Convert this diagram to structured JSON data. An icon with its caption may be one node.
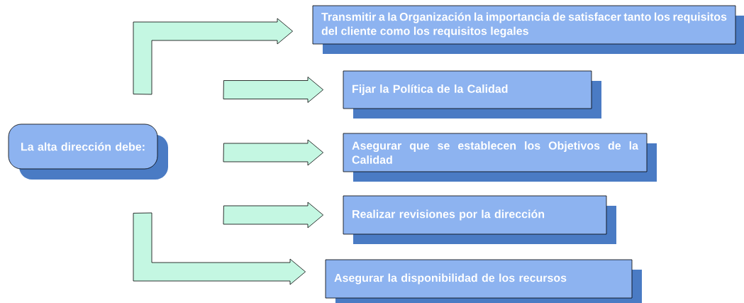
{
  "diagram": {
    "nodes": [
      {
        "text": [
          "La alta dirección debe:"
        ]
      },
      {
        "text": [
          "Transmitir a la Organización la importancia de satisfacer tanto los requisitos del cliente como los requisitos legales"
        ]
      },
      {
        "text": [
          "Fijar la Política de la Calidad"
        ]
      },
      {
        "text": [
          "Asegurar que se establecen los Objetivos de la Calidad"
        ]
      },
      {
        "text": [
          "Realizar revisiones por la dirección"
        ]
      },
      {
        "text": [
          "Asegurar la disponibilidad de los recursos"
        ]
      }
    ],
    "edges": [
      {
        "from": 0,
        "to": 1,
        "arrow": "to"
      },
      {
        "from": 0,
        "to": 2,
        "arrow": "to"
      },
      {
        "from": 0,
        "to": 3,
        "arrow": "to"
      },
      {
        "from": 0,
        "to": 4,
        "arrow": "to"
      },
      {
        "from": 0,
        "to": 5,
        "arrow": "to"
      }
    ]
  }
}
